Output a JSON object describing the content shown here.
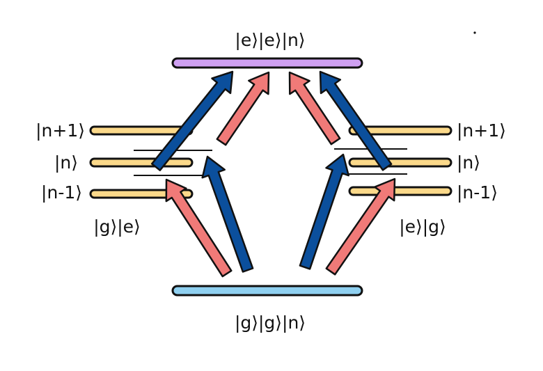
{
  "labels": {
    "top_state": "|e⟩|e⟩|n⟩",
    "bottom_state": "|g⟩|g⟩|n⟩",
    "left_state": "|g⟩|e⟩",
    "right_state": "|e⟩|g⟩",
    "left_levels": [
      "|n+1⟩",
      "|n⟩",
      "|n-1⟩"
    ],
    "right_levels": [
      "|n+1⟩",
      "|n⟩",
      "|n-1⟩"
    ]
  },
  "colors": {
    "top_level": "#cfa0f2",
    "bottom_level": "#8fd0f0",
    "side_levels": "#fbd98a",
    "arrow_blue": "#0b4f9c",
    "arrow_red": "#f07a78",
    "outline": "#111111"
  }
}
